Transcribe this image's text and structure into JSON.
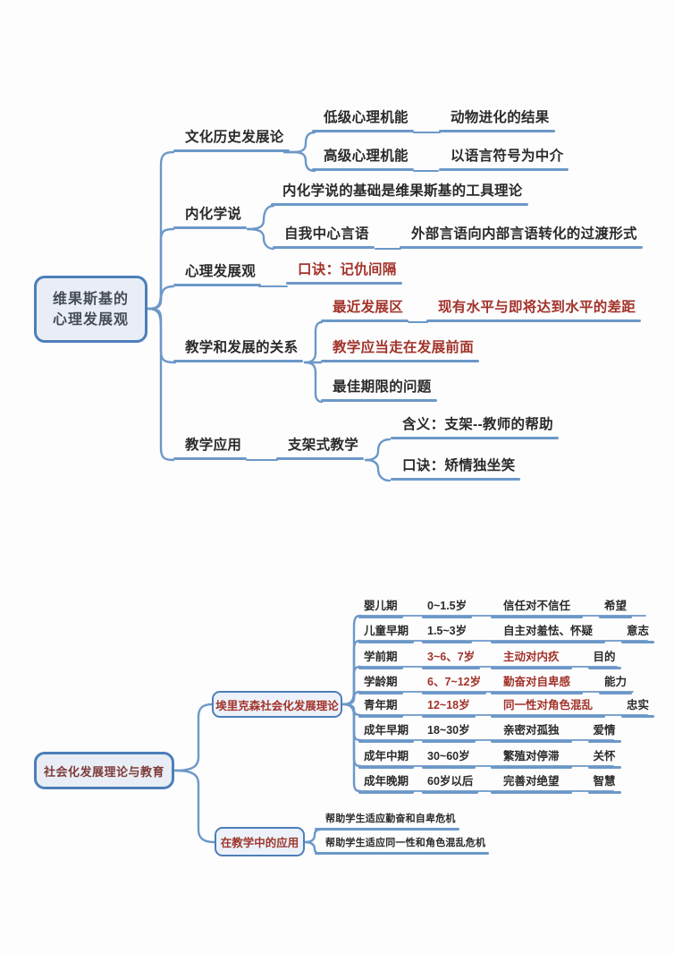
{
  "theme": {
    "line": "#6c98c8",
    "accent": "#4d7eb8",
    "boxfill": "#e9eef6",
    "ink": "#2a2a2a",
    "red": "#a2332a",
    "maroon": "#7e3c3a",
    "rootink": "#474d58",
    "teachink": "#9c372e"
  },
  "map1": {
    "root": {
      "line1": "维果斯基的",
      "line2": "心理发展观"
    },
    "branches": {
      "culture": {
        "label": "文化历史发展论",
        "low": {
          "label": "低级心理机能",
          "detail": "动物进化的结果"
        },
        "high": {
          "label": "高级心理机能",
          "detail": "以语言符号为中介"
        }
      },
      "internalization": {
        "label": "内化学说",
        "basis": "内化学说的基础是维果斯基的工具理论",
        "egocentric": {
          "label": "自我中心言语",
          "detail": "外部言语向内部言语转化的过渡形式"
        }
      },
      "mental_dev": {
        "label": "心理发展观",
        "mnemonic": "口诀：记仇间隔"
      },
      "teaching_dev": {
        "label": "教学和发展的关系",
        "zpd": {
          "label": "最近发展区",
          "detail": "现有水平与即将达到水平的差距"
        },
        "ahead": "教学应当走在发展前面",
        "optimal": "最佳期限的问题"
      },
      "application": {
        "label": "教学应用",
        "scaffold": {
          "label": "支架式教学",
          "meaning": "含义：支架--教师的帮助",
          "mnemonic": "口诀：矫情独坐笑"
        }
      }
    }
  },
  "map2": {
    "root_title": "社会化发展理论与教育",
    "erikson": {
      "label": "埃里克森社会化发展理论",
      "rows": [
        {
          "stage": "婴儿期",
          "age": "0~1.5岁",
          "crisis": "信任对不信任",
          "virtue": "希望",
          "highlight": false
        },
        {
          "stage": "儿童早期",
          "age": "1.5~3岁",
          "crisis": "自主对羞怯、怀疑",
          "virtue": "意志",
          "highlight": false
        },
        {
          "stage": "学前期",
          "age": "3~6、7岁",
          "crisis": "主动对内疚",
          "virtue": "目的",
          "highlight": true
        },
        {
          "stage": "学龄期",
          "age": "6、7~12岁",
          "crisis": "勤奋对自卑感",
          "virtue": "能力",
          "highlight": true
        },
        {
          "stage": "青年期",
          "age": "12~18岁",
          "crisis": "同一性对角色混乱",
          "virtue": "忠实",
          "highlight": true
        },
        {
          "stage": "成年早期",
          "age": "18~30岁",
          "crisis": "亲密对孤独",
          "virtue": "爱情",
          "highlight": false
        },
        {
          "stage": "成年中期",
          "age": "30~60岁",
          "crisis": "繁殖对停滞",
          "virtue": "关怀",
          "highlight": false
        },
        {
          "stage": "成年晚期",
          "age": "60岁以后",
          "crisis": "完善对绝望",
          "virtue": "智慧",
          "highlight": false
        }
      ]
    },
    "teaching": {
      "label": "在教学中的应用",
      "items": [
        "帮助学生适应勤奋和自卑危机",
        "帮助学生适应同一性和角色混乱危机"
      ]
    }
  }
}
